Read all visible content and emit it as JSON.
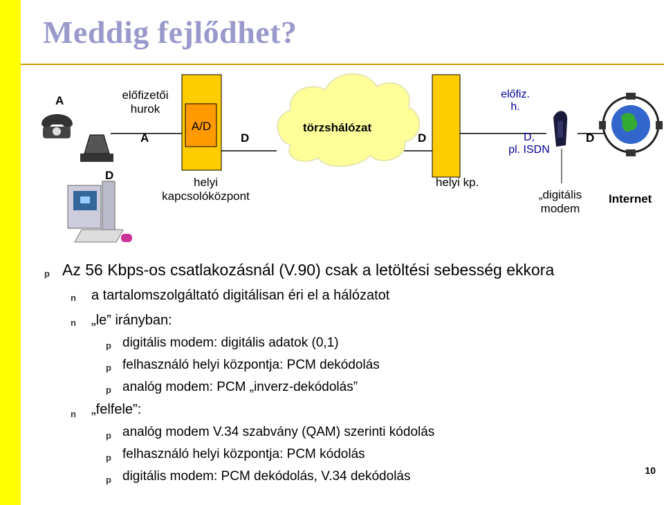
{
  "title": "Meddig fejlődhet?",
  "diagram": {
    "label_a_top": "A",
    "subscriber_loop": "előfizetői\nhurok",
    "label_a_mid": "A",
    "ad_box": "A/D",
    "label_d_left": "D",
    "backbone": "törzshálózat",
    "label_d_right": "D",
    "subscriber_side": "előfiz.\nh.",
    "d_isdn": "D,\npl. ISDN",
    "label_d_modem": "D",
    "label_d_bottom": "D",
    "local_exchange": "helyi\nkapcsolóközpont",
    "local_exchange_abbr": "helyi kp.",
    "digital_modem": "„digitális\nmodem",
    "internet": "Internet"
  },
  "bullets": {
    "main": "Az 56 Kbps-os csatlakozásnál (V.90) csak a letöltési sebesség ekkora",
    "sub1": "a tartalomszolgáltató digitálisan éri el a hálózatot",
    "sub2": "„le” irányban:",
    "down_items": [
      "digitális modem: digitális adatok (0,1)",
      "felhasználó helyi központja: PCM dekódolás",
      "analóg modem: PCM „inverz-dekódolás”"
    ],
    "sub3": "„felfele”:",
    "up_items": [
      "analóg modem V.34 szabvány (QAM) szerinti kódolás",
      "felhasználó helyi központja: PCM kódolás",
      "digitális modem: PCM dekódolás, V.34 dekódolás"
    ],
    "bullet_main": "p",
    "bullet_sub": "n",
    "bullet_item": "p"
  },
  "page_number": "10",
  "colors": {
    "accent_yellow": "#ffff00",
    "title_color": "#9999cc",
    "box_yellow": "#ffcc00",
    "ad_orange": "#ff9900",
    "line_gold": "#cc9900"
  },
  "icons": [
    "telephone-icon",
    "analog-modem-icon",
    "computer-icon",
    "digital-modem-icon",
    "globe-icon"
  ]
}
